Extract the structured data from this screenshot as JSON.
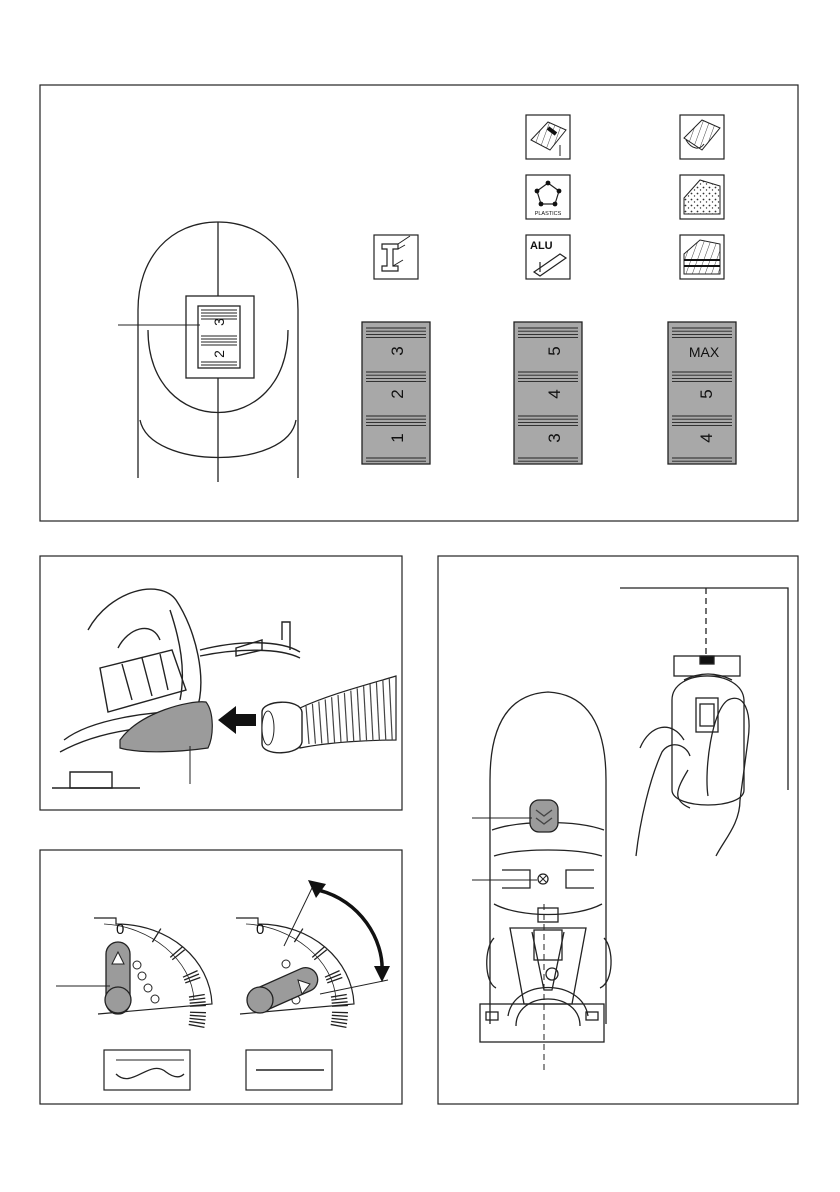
{
  "material_icons": [
    {
      "name": "hardwood-icon"
    },
    {
      "name": "softwood-icon"
    },
    {
      "name": "plastics-icon",
      "label": "PLASTICS"
    },
    {
      "name": "chipboard-icon"
    },
    {
      "name": "steel-icon"
    },
    {
      "name": "aluminium-icon",
      "label": "ALU"
    },
    {
      "name": "laminate-icon"
    }
  ],
  "dial_small": {
    "upper": "3",
    "lower": "2"
  },
  "speed_scales": [
    {
      "marks": [
        "3",
        "2",
        "1"
      ]
    },
    {
      "marks": [
        "5",
        "4",
        "3"
      ]
    },
    {
      "marks": [
        "MAX",
        "5",
        "4"
      ]
    }
  ],
  "pendulum": {
    "zero_left": "0",
    "zero_right": "0"
  },
  "icons": {
    "arrow": "arrow-left-icon",
    "up_triangle": "triangle-up-icon",
    "right_triangle": "triangle-right-icon",
    "double_arrow": "curved-double-arrow-icon"
  }
}
